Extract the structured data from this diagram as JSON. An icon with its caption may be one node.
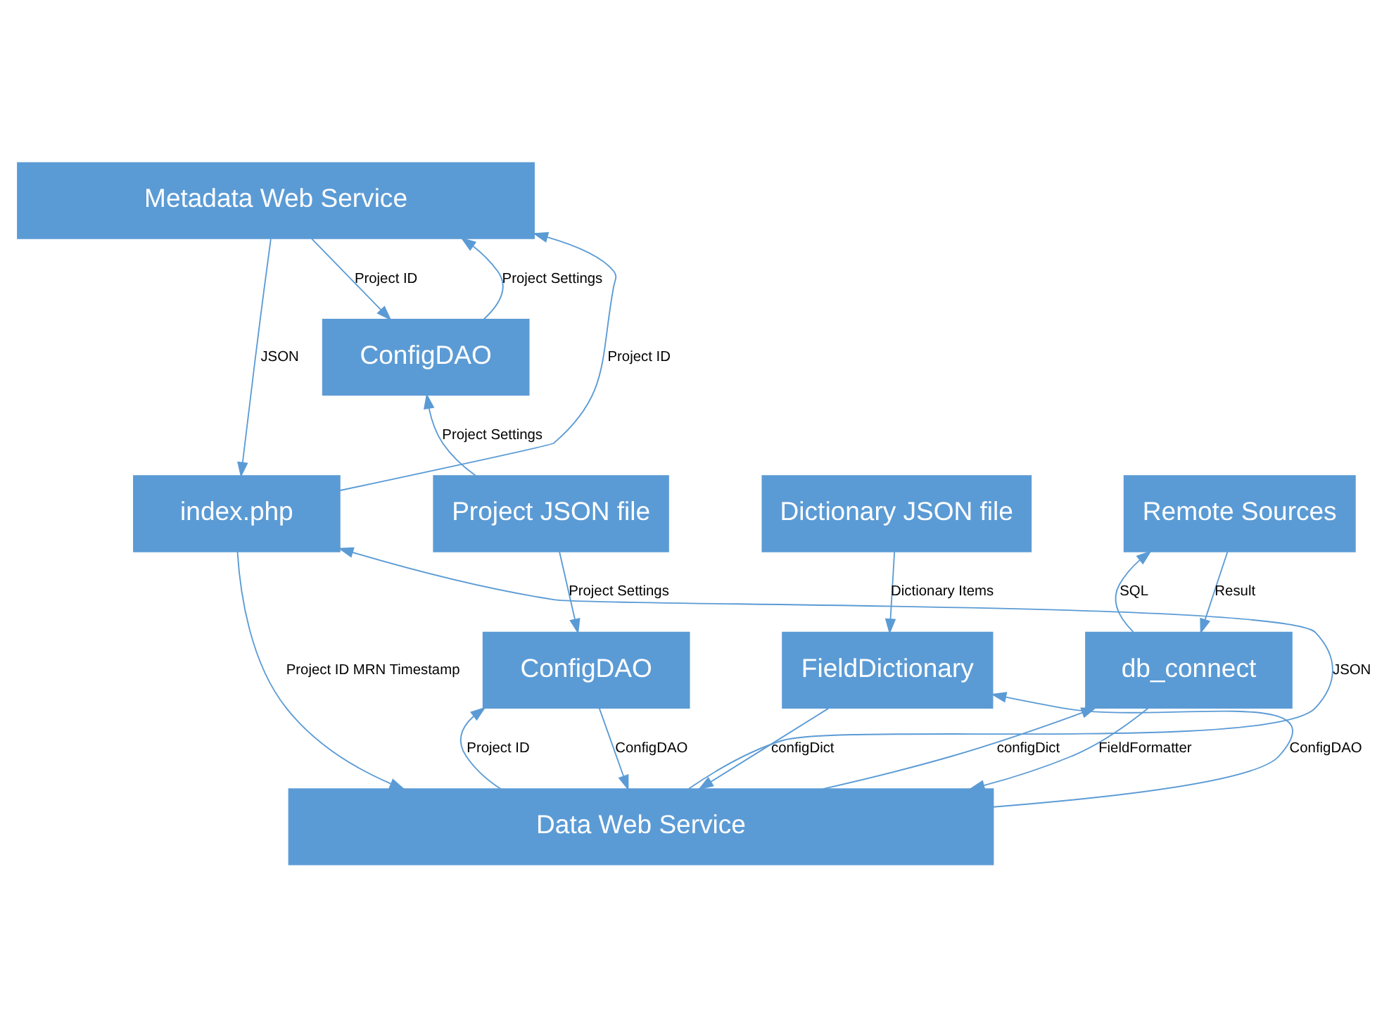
{
  "diagram": {
    "nodes": [
      {
        "text": [
          "Metadata Web Service"
        ]
      },
      {
        "text": [
          "ConfigDAO"
        ]
      },
      {
        "text": [
          "index.php"
        ]
      },
      {
        "text": [
          "Project JSON file"
        ]
      },
      {
        "text": [
          "Dictionary JSON file"
        ]
      },
      {
        "text": [
          "Remote Sources"
        ]
      },
      {
        "text": [
          "ConfigDAO"
        ]
      },
      {
        "text": [
          "FieldDictionary"
        ]
      },
      {
        "text": [
          "db_connect"
        ]
      },
      {
        "text": [
          "Data Web Service"
        ]
      }
    ],
    "edges": [
      {
        "from": 2,
        "to": 0,
        "arrow": "to",
        "label": "Project ID"
      },
      {
        "from": 0,
        "to": 2,
        "arrow": "to",
        "label": "JSON"
      },
      {
        "from": 0,
        "to": 1,
        "arrow": "to",
        "label": "Project ID"
      },
      {
        "from": 1,
        "to": 0,
        "arrow": "to",
        "label": "Project Settings"
      },
      {
        "from": 3,
        "to": 1,
        "arrow": "to",
        "label": "Project Settings"
      },
      {
        "from": 3,
        "to": 6,
        "arrow": "to",
        "label": "Project Settings"
      },
      {
        "from": 4,
        "to": 7,
        "arrow": "to",
        "label": "Dictionary Items"
      },
      {
        "from": 8,
        "to": 5,
        "arrow": "to",
        "label": "SQL"
      },
      {
        "from": 5,
        "to": 8,
        "arrow": "to",
        "label": "Result"
      },
      {
        "from": 9,
        "to": 6,
        "arrow": "to",
        "label": "Project ID"
      },
      {
        "from": 6,
        "to": 9,
        "arrow": "to",
        "label": "ConfigDAO"
      },
      {
        "from": 9,
        "to": 7,
        "arrow": "to",
        "label": "ConfigDAO"
      },
      {
        "from": 7,
        "to": 9,
        "arrow": "to",
        "label": "configDict"
      },
      {
        "from": 9,
        "to": 8,
        "arrow": "to",
        "label": "configDict"
      },
      {
        "from": 8,
        "to": 9,
        "arrow": "to",
        "label": "FieldFormatter"
      },
      {
        "from": 9,
        "to": 2,
        "arrow": "to",
        "label": "JSON"
      },
      {
        "from": 2,
        "to": 9,
        "arrow": "to",
        "label": "Project ID MRN Timestamp"
      }
    ]
  }
}
